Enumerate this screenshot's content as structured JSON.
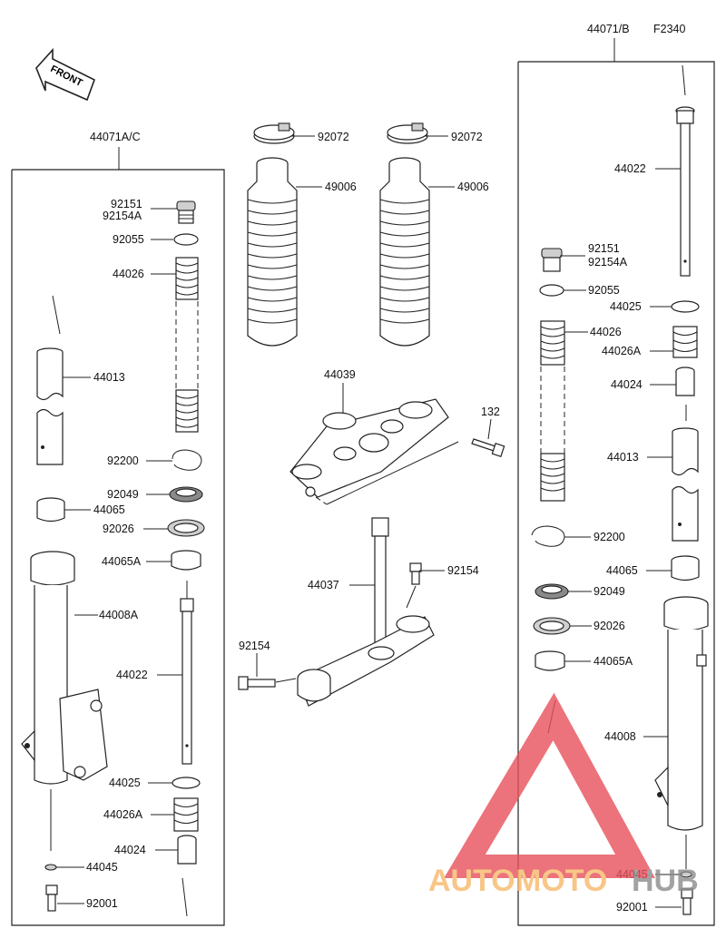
{
  "diagram_code": "F2340",
  "front_label": "FRONT",
  "left_assembly": {
    "title": "44071A/C",
    "callouts": [
      "92151",
      "92154A",
      "92055",
      "44026",
      "44013",
      "92200",
      "92049",
      "44065",
      "92026",
      "44065A",
      "44008A",
      "44022",
      "44025",
      "44026A",
      "44024",
      "44045",
      "92001"
    ]
  },
  "center_parts": {
    "callouts": [
      "92072",
      "92072",
      "49006",
      "49006",
      "44039",
      "132",
      "44037",
      "92154",
      "92154"
    ]
  },
  "right_assembly": {
    "title": "44071/B",
    "callouts": [
      "44022",
      "92151",
      "92154A",
      "92055",
      "44025",
      "44026",
      "44026A",
      "44024",
      "44013",
      "92200",
      "44065",
      "92049",
      "92026",
      "44065A",
      "44008",
      "44045",
      "92001"
    ]
  },
  "watermark": {
    "text_auto": "AUTO",
    "text_moto": "MOTO",
    "text_hub": "HUB",
    "color_orange": "#f7b96a",
    "color_red": "#e8505b",
    "color_grey": "#8c8c8c"
  }
}
